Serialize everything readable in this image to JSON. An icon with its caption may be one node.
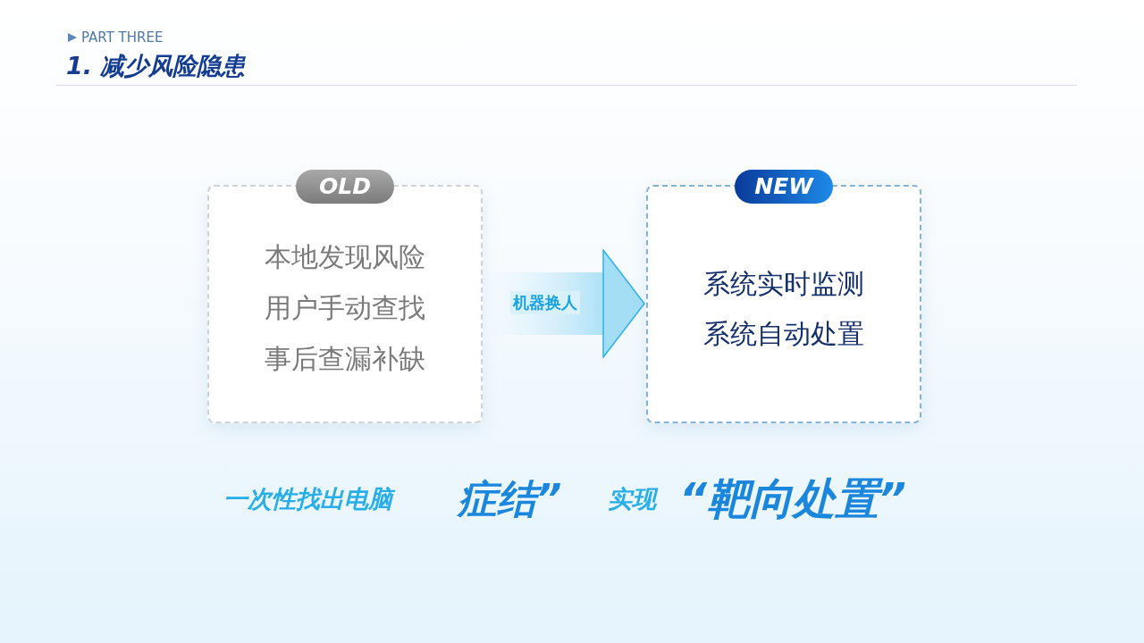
{
  "diagram": {
    "title": "1. 减少风险隐患",
    "nodes": [
      {
        "text": [
          "OLD",
          "本地发现风险",
          "用户手动查找",
          "事后查漏补缺"
        ]
      },
      {
        "text": [
          "NEW",
          "系统实时监测",
          "系统自动处置"
        ]
      }
    ],
    "edges": [
      {
        "from": 0,
        "to": 1,
        "arrow": "to",
        "label": "机器换人"
      }
    ],
    "labels": [
      "PART THREE",
      "一次性找出电脑",
      "症结”",
      "实现",
      "“靶向处置”"
    ]
  }
}
